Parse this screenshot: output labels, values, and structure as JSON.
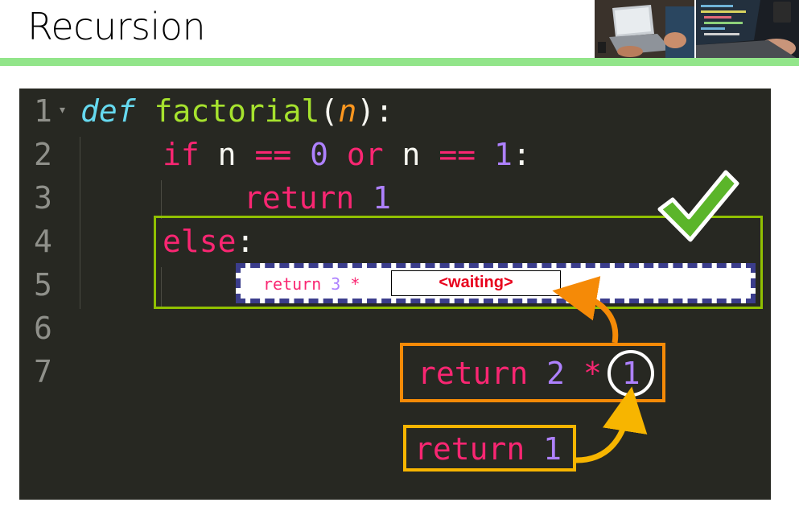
{
  "slide": {
    "title": "Recursion"
  },
  "photos": [
    {
      "name": "laptop-photo-left"
    },
    {
      "name": "laptop-photo-right"
    }
  ],
  "editor": {
    "line_numbers": [
      "1",
      "2",
      "3",
      "4",
      "5",
      "6",
      "7"
    ],
    "fold_marker": "▾",
    "line1": {
      "def": "def",
      "fn": "factorial",
      "open": "(",
      "param": "n",
      "close": "):"
    },
    "line2": {
      "if": "if",
      "n1": "n",
      "eq1": "==",
      "zero": "0",
      "or": "or",
      "n2": "n",
      "eq2": "==",
      "one": "1",
      "colon": ":"
    },
    "line3": {
      "ret": "return",
      "val": "1"
    },
    "line4": {
      "else": "else",
      "colon": ":"
    },
    "line5": {
      "ret": "return",
      "val": "3",
      "op": "*",
      "waiting": "<waiting>"
    }
  },
  "frames": {
    "frame2": {
      "ret": "return",
      "val": "2",
      "op": "*",
      "result": "1"
    },
    "frame1": {
      "ret": "return",
      "val": "1"
    }
  },
  "colors": {
    "accent_rule": "#92e58a",
    "editor_bg": "#272822",
    "else_box": "#90c000",
    "dash_box": "#3b3d8c",
    "frame2": "#f58a07",
    "frame1": "#f7b500",
    "waiting": "#e8001c"
  },
  "icons": {
    "check": "checkmark-icon"
  }
}
